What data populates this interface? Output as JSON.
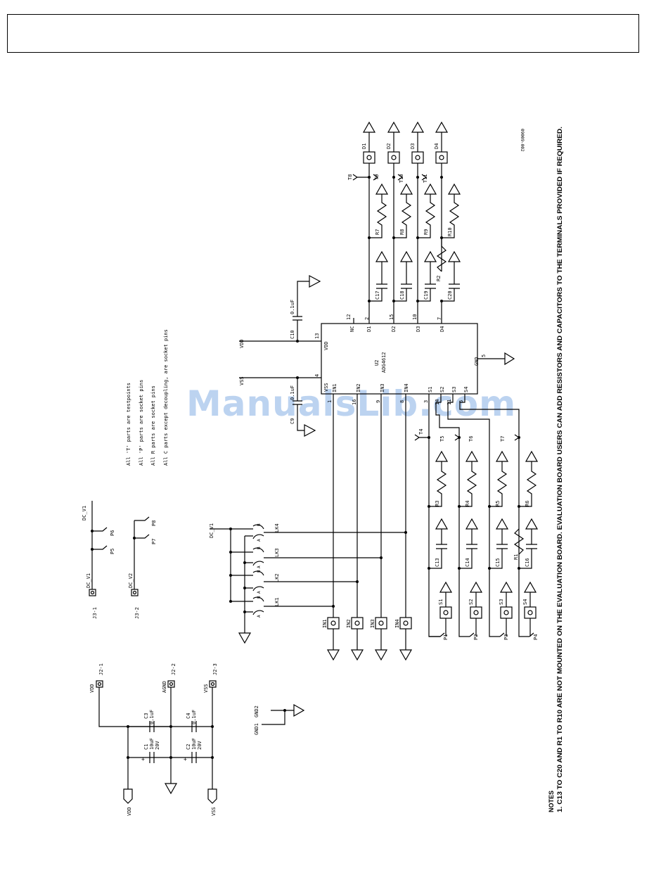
{
  "figure_id": "09009-002",
  "watermark": "ManualsLib.com",
  "notes": {
    "title": "NOTES",
    "line1": "1. C13 TO C20 AND R1 TO R10 ARE NOT MOUNTED ON THE EVALUATION BOARD. EVALUATION BOARD USERS CAN ADD RESISTORS AND CAPACITORS TO THE TERMINALS PROVIDED IF REQUIRED."
  },
  "legend": [
    "All 'T' parts are testpoints",
    "All 'P' parts are socket pins",
    "All R parts are socket pins",
    "All C parts except decoupling, are socket pins"
  ],
  "ic": {
    "ref": "U2",
    "part": "ADG4612",
    "vdd_pin": "VDD",
    "vdd_num": "13",
    "vss_pin": "VSS",
    "vss_num": "4",
    "nc_pin": "NC",
    "nc_num": "12",
    "gnd_pin": "GND",
    "gnd_num": "5",
    "d_pins": [
      {
        "name": "D1",
        "num": "2"
      },
      {
        "name": "D2",
        "num": "15"
      },
      {
        "name": "D3",
        "num": "10"
      },
      {
        "name": "D4",
        "num": "7"
      }
    ],
    "in_pins": [
      {
        "name": "IN1",
        "num": "1"
      },
      {
        "name": "IN2",
        "num": "16"
      },
      {
        "name": "IN3",
        "num": "9"
      },
      {
        "name": "IN4",
        "num": "8"
      }
    ],
    "s_pins": [
      {
        "name": "S1",
        "num": "3"
      },
      {
        "name": "S2",
        "num": "14"
      },
      {
        "name": "S3",
        "num": "11"
      },
      {
        "name": "S4",
        "num": "6"
      }
    ]
  },
  "decoupling": {
    "c10": "C10",
    "c10_val": "0.1uF",
    "c9": "C9",
    "c9_val": "0.1uF",
    "vdd_label": "VDD",
    "vss_label": "VSS"
  },
  "drain_side": {
    "connectors": [
      "D1",
      "D2",
      "D3",
      "D4"
    ],
    "testpoints": [
      "T8",
      "T9",
      "T10",
      "T11"
    ],
    "resistors": [
      "R7",
      "R8",
      "R9",
      "R10"
    ],
    "caps": [
      "C17",
      "C18",
      "C19",
      "C20"
    ],
    "series_r": "R2"
  },
  "source_side": {
    "connectors": [
      "S1",
      "S2",
      "S3",
      "S4"
    ],
    "testpoints": [
      "T4",
      "T5",
      "T6",
      "T7"
    ],
    "resistors": [
      "R3",
      "R4",
      "R5",
      "R6"
    ],
    "caps": [
      "C13",
      "C14",
      "C15",
      "C16"
    ],
    "pins": [
      "P1",
      "P2",
      "P3",
      "P4"
    ],
    "series_r": "R1"
  },
  "links": {
    "net": "DC_V1",
    "items": [
      "LK1",
      "LK2",
      "LK3",
      "LK4"
    ],
    "a": "A",
    "b": "B",
    "inputs": [
      "IN1",
      "IN2",
      "IN3",
      "IN4"
    ]
  },
  "dc_block": {
    "j31": "J3-1",
    "dcv1": "DC_V1",
    "j32": "J3-2",
    "dcv2": "DC_V2",
    "dcv1_top": "DC_V1",
    "p5": "P5",
    "p6": "P6",
    "p7": "P7",
    "p8": "P8"
  },
  "power": {
    "vdd": "VDD",
    "j21": "J2-1",
    "agnd": "AGND",
    "j22": "J2-2",
    "vss": "VSS",
    "j23": "J2-3",
    "c3": "C3",
    "c3_val": "0.1uF",
    "c4": "C4",
    "c4_val": "0.1uF",
    "c1": "C1",
    "c1_val": "10uF",
    "c1_v": "20V",
    "c2": "C2",
    "c2_val": "10uF",
    "c2_v": "20V",
    "vdd_port": "VDD",
    "vss_port": "VSS",
    "gnd1": "GND1",
    "gnd2": "GND2"
  }
}
